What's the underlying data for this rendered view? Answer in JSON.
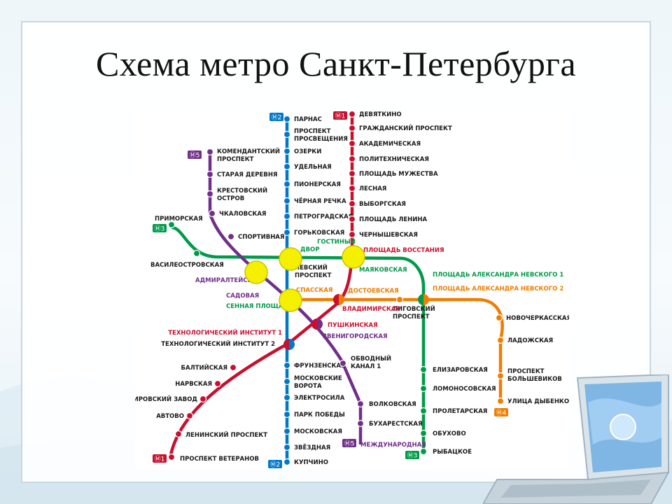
{
  "slide": {
    "title": "Схема метро Санкт-Петербурга"
  },
  "colors": {
    "line1": "#c8102e",
    "line2": "#0078c9",
    "line3": "#009a49",
    "line4": "#ef7d00",
    "line5": "#702f8a",
    "transfer": "#f5f000"
  },
  "line_badges": {
    "l2_top": "Ⓜ2",
    "l1_top": "Ⓜ1",
    "l5_top": "Ⓜ5",
    "l3_left": "Ⓜ3",
    "l4_bottom": "Ⓜ4",
    "l5_bottom": "Ⓜ5",
    "l3_bottom": "Ⓜ3",
    "l2_bottom": "Ⓜ2",
    "l1_bottom": "Ⓜ1"
  },
  "stations": {
    "parnas": "ПАРНАС",
    "prosp_prosv_1": "ПРОСПЕКТ",
    "prosp_prosv_2": "ПРОСВЕЩЕНИЯ",
    "ozerki": "ОЗЕРКИ",
    "udelnaya": "УДЕЛЬНАЯ",
    "pionerskaya": "ПИОНЕРСКАЯ",
    "chernaya_rechka": "ЧЁРНАЯ РЕЧКА",
    "petrogradskaya": "ПЕТРОГРАДСКАЯ",
    "gorkovskaya": "ГОРЬКОВСКАЯ",
    "gostiny_1": "ГОСТИНЫЙ",
    "gostiny_2": "ДВОР",
    "nevsky_1": "НЕВСКИЙ",
    "nevsky_2": "ПРОСПЕКТ",
    "sennaya": "СЕННАЯ ПЛОЩАДЬ",
    "tekhnolog_2": "ТЕХНОЛОГИЧЕСКИЙ ИНСТИТУТ 2",
    "frunzenskaya": "ФРУНЗЕНСКАЯ",
    "moskovskie_1": "МОСКОВСКИЕ",
    "moskovskie_2": "ВОРОТА",
    "elektrosila": "ЭЛЕКТРОСИЛА",
    "park_pobedy": "ПАРК ПОБЕДЫ",
    "moskovskaya": "МОСКОВСКАЯ",
    "zvezdnaya": "ЗВЁЗДНАЯ",
    "kupchino": "КУПЧИНО",
    "devyatkino": "ДЕВЯТКИНО",
    "grazhdansky": "ГРАЖДАНСКИЙ ПРОСПЕКТ",
    "akademicheskaya": "АКАДЕМИЧЕСКАЯ",
    "politekh": "ПОЛИТЕХНИЧЕСКАЯ",
    "muzhestva": "ПЛОЩАДЬ МУЖЕСТВА",
    "lesnaya": "ЛЕСНАЯ",
    "vyborgskaya": "ВЫБОРГСКАЯ",
    "lenina": "ПЛОЩАДЬ ЛЕНИНА",
    "chernyshevskaya": "ЧЕРНЫШЕВСКАЯ",
    "vosstaniya": "ПЛОЩАДЬ ВОССТАНИЯ",
    "vladimirskaya": "ВЛАДИМИРСКАЯ",
    "pushkinskaya": "ПУШКИНСКАЯ",
    "tekhnolog_1": "ТЕХНОЛОГИЧЕСКИЙ ИНСТИТУТ 1",
    "baltiyskaya": "БАЛТИЙСКАЯ",
    "narvskaya": "НАРВСКАЯ",
    "kirovsky": "КИРОВСКИЙ ЗАВОД",
    "avtovo": "АВТОВО",
    "leninsky": "ЛЕНИНСКИЙ ПРОСПЕКТ",
    "veteranov": "ПРОСПЕКТ ВЕТЕРАНОВ",
    "primorskaya": "ПРИМОРСКАЯ",
    "vasileostrovskaya": "ВАСИЛЕОСТРОВСКАЯ",
    "mayakovskaya": "МАЯКОВСКАЯ",
    "alexandra_1": "ПЛОЩАДЬ АЛЕКСАНДРА НЕВСКОГО 1",
    "alexandra_2": "ПЛОЩАДЬ АЛЕКСАНДРА НЕВСКОГО 2",
    "elizarovskaya": "ЕЛИЗАРОВСКАЯ",
    "lomonosovskaya": "ЛОМОНОСОВСКАЯ",
    "proletarskaya": "ПРОЛЕТАРСКАЯ",
    "obukhovo": "ОБУХОВО",
    "rybatskoe": "РЫБАЦКОЕ",
    "spasskaya": "СПАССКАЯ",
    "dostoevskaya": "ДОСТОЕВСКАЯ",
    "ligovsky_1": "ЛИГОВСКИЙ",
    "ligovsky_2": "ПРОСПЕКТ",
    "novocherkasskaya": "НОВОЧЕРКАССКАЯ",
    "ladozhskaya": "ЛАДОЖСКАЯ",
    "bolshevikov_1": "ПРОСПЕКТ",
    "bolshevikov_2": "БОЛЬШЕВИКОВ",
    "dybenko": "УЛИЦА ДЫБЕНКО",
    "komendantsky_1": "КОМЕНДАНТСКИЙ",
    "komendantsky_2": "ПРОСПЕКТ",
    "staraya_derevnya": "СТАРАЯ ДЕРЕВНЯ",
    "krestovsky_1": "КРЕСТОВСКИЙ",
    "krestovsky_2": "ОСТРОВ",
    "chkalovskaya": "ЧКАЛОВСКАЯ",
    "sportivnaya": "СПОРТИВНАЯ",
    "admiralteyskaya": "АДМИРАЛТЕЙСКАЯ",
    "sadovaya": "САДОВАЯ",
    "zvenigorodskaya": "ЗВЕНИГОРОДСКАЯ",
    "obvodny_1": "ОБВОДНЫЙ",
    "obvodny_2": "КАНАЛ 1",
    "volkovskaya": "ВОЛКОВСКАЯ",
    "bukharestskaya": "БУХАРЕСТСКАЯ",
    "mezhdunarodnaya": "МЕЖДУНАРОДНАЯ"
  }
}
